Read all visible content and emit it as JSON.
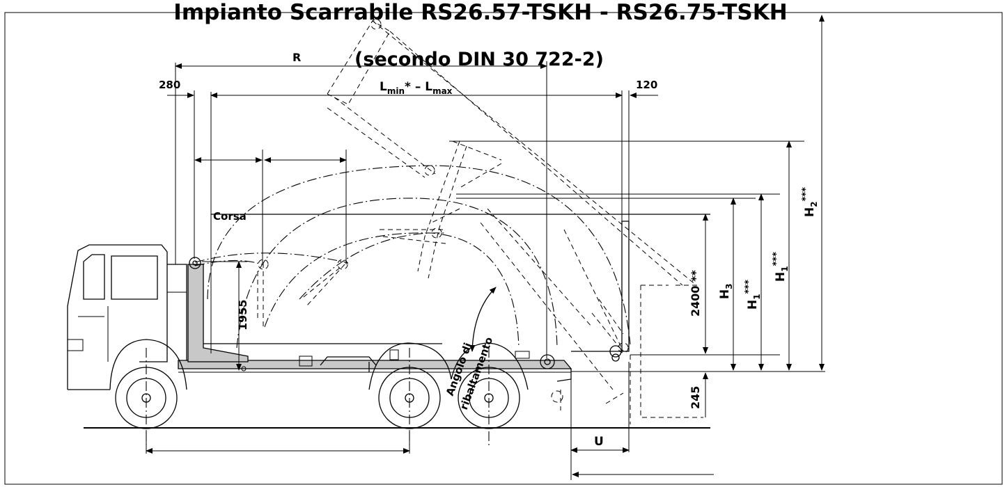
{
  "title": "Impianto Scarrabile RS26.57-TSKH - RS26.75-TSKH",
  "subtitle": "(secondo DIN 30 722-2)",
  "labels": {
    "r": "R",
    "l_main": "L",
    "l_min_sub": "min",
    "l_mid": "* – L",
    "l_max_sub": "max",
    "d280": "280",
    "d120": "120",
    "corsa": "Corsa",
    "d1955": "1955",
    "d2400": "2400 **",
    "h3_main": "H",
    "h3_sub": "3",
    "h1a_main": "H",
    "h1a_sub": "1",
    "h1a_sup": "***",
    "h1b_main": "H",
    "h1b_sub": "1",
    "h1b_sup": "***",
    "h2_main": "H",
    "h2_sub": "2",
    "h2_sup": "***",
    "d245": "245",
    "u": "U",
    "angolo_1": "Angolo di",
    "angolo_2": "ribaltamento"
  }
}
